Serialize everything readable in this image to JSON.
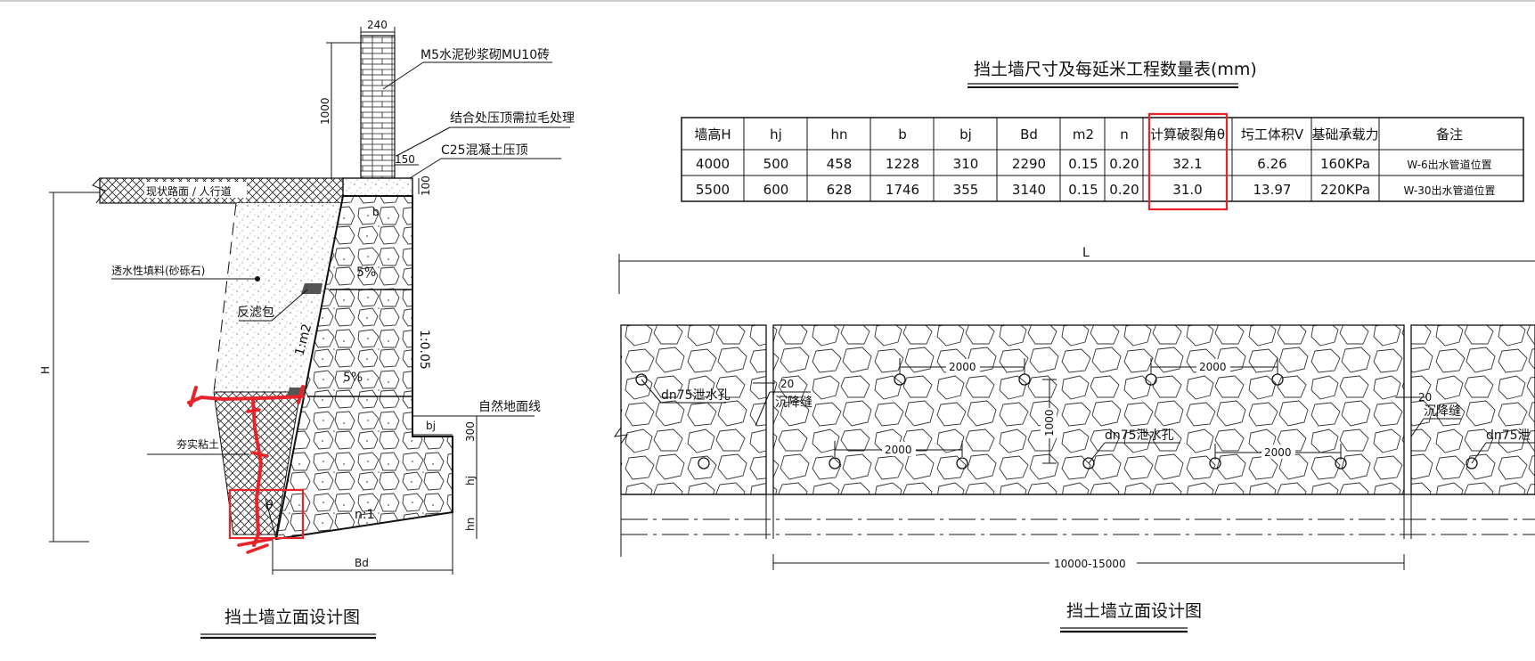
{
  "left_view": {
    "title": "挡土墙立面设计图",
    "dim_240": "240",
    "dim_1000": "1000",
    "dim_150": "150",
    "dim_100": "100",
    "dim_300": "300",
    "label_brick": "M5水泥砂浆砌MU10砖",
    "label_roughen": "结合处压顶需拉毛处理",
    "label_coping": "C25混凝土压顶",
    "label_road": "现状路面 / 人行道",
    "label_fill": "透水性填料(砂砾石)",
    "label_filter": "反滤包",
    "label_slope_m2": "1:m2",
    "label_slope_005": "1:0.05",
    "label_pct1": "5%",
    "label_pct2": "5%",
    "label_ground": "自然地面线",
    "label_clay": "夯实粘土",
    "label_H": "H",
    "label_b": "b",
    "label_bj": "bj",
    "label_hj": "hj",
    "label_hn": "hn",
    "label_Bd": "Bd",
    "label_n1": "n:1",
    "label_theta": "θ"
  },
  "table": {
    "title": "挡土墙尺寸及每延米工程数量表(mm)",
    "headers": [
      "墙高H",
      "hj",
      "hn",
      "b",
      "bj",
      "Bd",
      "m2",
      "n",
      "计算破裂角θ",
      "圬工体积V",
      "基础承载力",
      "备注"
    ],
    "rows": [
      [
        "4000",
        "500",
        "458",
        "1228",
        "310",
        "2290",
        "0.15",
        "0.20",
        "32.1",
        "6.26",
        "160KPa",
        "W-6出水管道位置"
      ],
      [
        "5500",
        "600",
        "628",
        "1746",
        "355",
        "3140",
        "0.15",
        "0.20",
        "31.0",
        "13.97",
        "220KPa",
        "W-30出水管道位置"
      ]
    ],
    "highlight_color": "#e8232a"
  },
  "right_view": {
    "title": "挡土墙立面设计图",
    "label_L": "L",
    "label_20a": "20",
    "label_20b": "20",
    "label_joint_a": "沉降缝",
    "label_joint_b": "沉降缝",
    "label_drain_a": "dn75泄水孔",
    "label_drain_b": "dn75泄水孔",
    "label_drain_c": "dn75泄",
    "dim_2000_a": "2000",
    "dim_2000_b": "2000",
    "dim_2000_c": "2000",
    "dim_2000_d": "2000",
    "dim_1000": "1000",
    "dim_span": "10000-15000"
  },
  "annotation_color": "#e8232a"
}
